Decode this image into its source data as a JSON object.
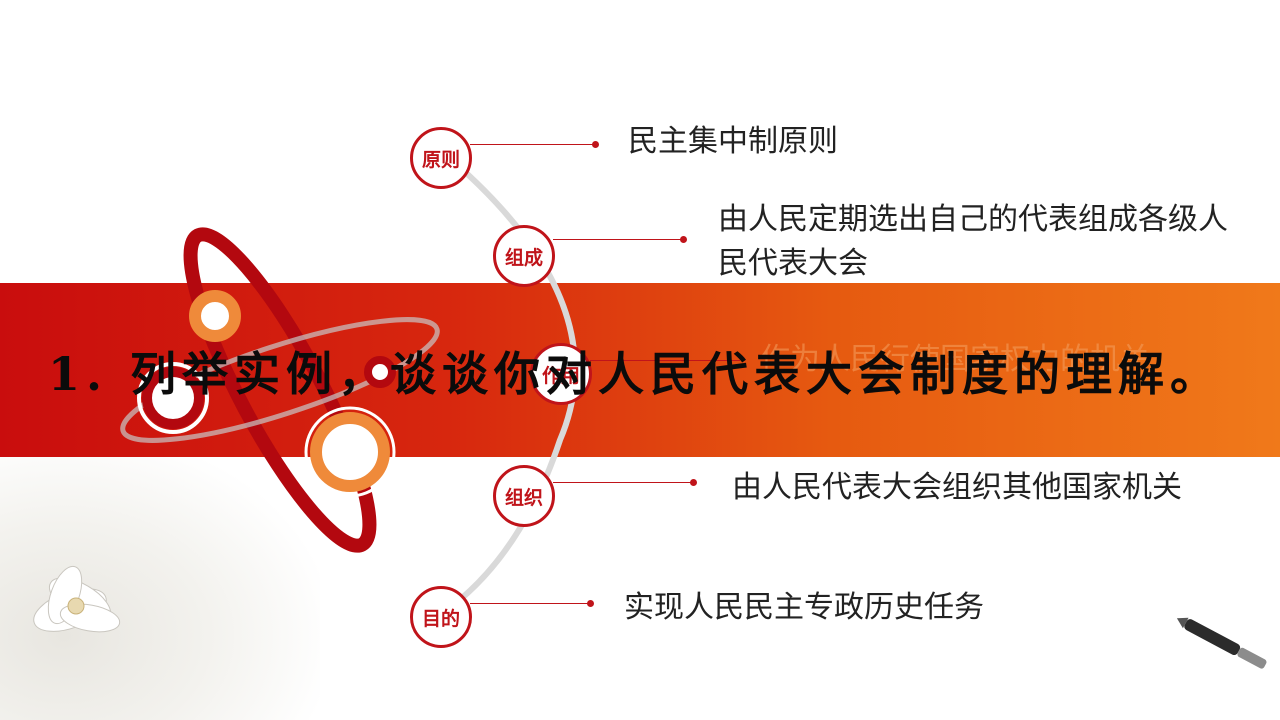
{
  "slide": {
    "overlay_title": "1. 列举实例，谈谈你对人民代表大会制度的理解。",
    "items": [
      {
        "node": "原则",
        "text": "民主集中制原则"
      },
      {
        "node": "组成",
        "text": "由人民定期选出自己的代表组成各级人民代表大会"
      },
      {
        "node": "作用",
        "text": "作为人民行使国家权力的机关"
      },
      {
        "node": "组织",
        "text": "由人民代表大会组织其他国家机关"
      },
      {
        "node": "目的",
        "text": "实现人民民主专政历史任务"
      }
    ],
    "colors": {
      "accent_red": "#c0141a",
      "band_left": "#c90d0d",
      "band_right": "#f0791a",
      "ring_orange": "#ef8a3a"
    }
  }
}
